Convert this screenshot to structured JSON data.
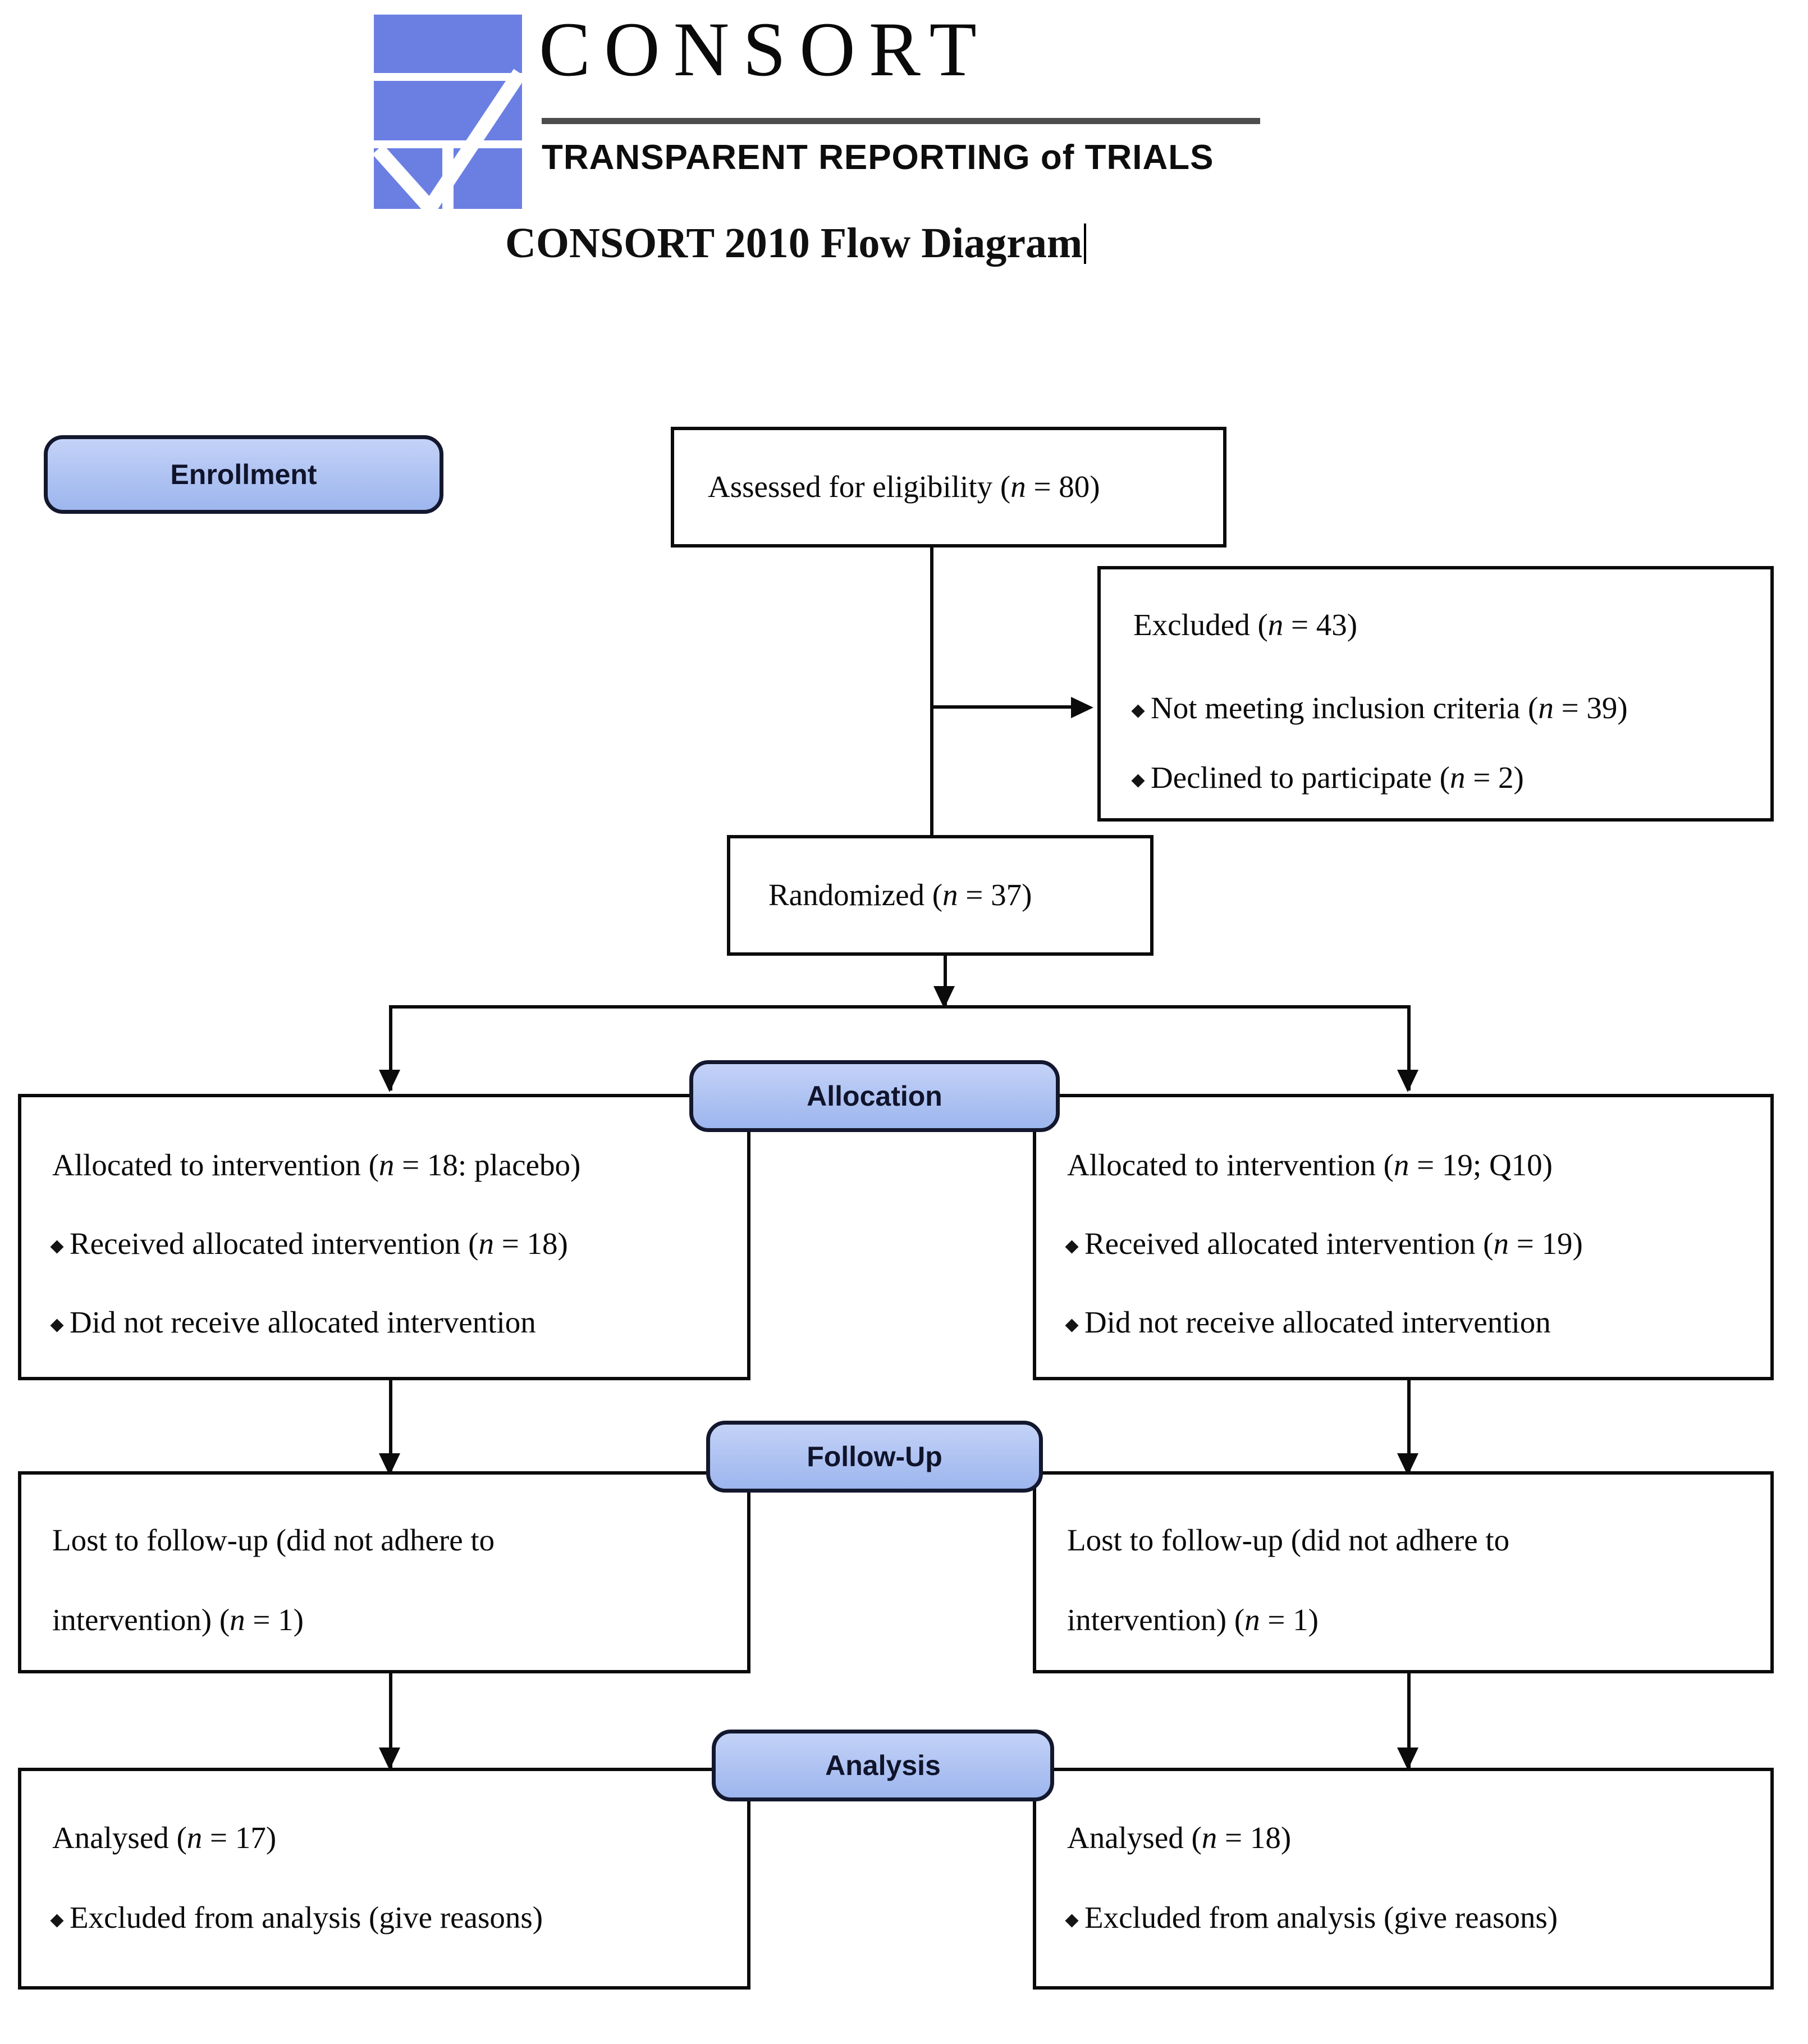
{
  "header": {
    "logo_name": "consort-logo",
    "brand": "CONSORT",
    "tagline": "TRANSPARENT REPORTING of TRIALS",
    "diagram_title": "CONSORT 2010 Flow Diagram",
    "brand_blue": "#6b7fe3"
  },
  "stages": {
    "enrollment": "Enrollment",
    "allocation": "Allocation",
    "followup": "Follow-Up",
    "analysis": "Analysis",
    "badge_fill": "#aec2f2",
    "badge_border": "#14182e"
  },
  "nodes": {
    "assessed": {
      "line1": "Assessed for eligibility (",
      "n_label": "n",
      "line1b": " = 80)"
    },
    "excluded": {
      "title_a": "Excluded (",
      "title_n": "n",
      "title_b": " = 43)",
      "items": [
        {
          "a": "Not meeting inclusion criteria (",
          "n": "n",
          "b": " = 39)"
        },
        {
          "a": "Declined to participate (",
          "n": "n",
          "b": " = 2)"
        }
      ]
    },
    "randomized": {
      "a": "Randomized (",
      "n": "n",
      "b": " = 37)"
    },
    "alloc_left": {
      "title_a": "Allocated to intervention (",
      "title_n": "n",
      "title_b": " = 18: placebo)",
      "items": [
        {
          "a": "Received allocated intervention (",
          "n": "n",
          "b": " = 18)"
        },
        {
          "a": "Did not receive allocated intervention",
          "n": "",
          "b": ""
        }
      ]
    },
    "alloc_right": {
      "title_a": "Allocated to intervention (",
      "title_n": "n",
      "title_b": " = 19; Q10)",
      "items": [
        {
          "a": "Received allocated intervention (",
          "n": "n",
          "b": " = 19)"
        },
        {
          "a": "Did not receive allocated intervention",
          "n": "",
          "b": ""
        }
      ]
    },
    "follow_left": {
      "l1": "Lost to follow-up (did not adhere to",
      "l2a": "intervention) (",
      "l2n": "n",
      "l2b": " = 1)"
    },
    "follow_right": {
      "l1": "Lost to follow-up (did not adhere to",
      "l2a": "intervention) (",
      "l2n": "n",
      "l2b": " = 1)"
    },
    "analysis_left": {
      "title_a": "Analysed (",
      "title_n": "n",
      "title_b": " = 17)",
      "items": [
        {
          "a": "Excluded from analysis (give reasons)",
          "n": "",
          "b": ""
        }
      ]
    },
    "analysis_right": {
      "title_a": "Analysed (",
      "title_n": "n",
      "title_b": " = 18)",
      "items": [
        {
          "a": "Excluded from analysis (give reasons)",
          "n": "",
          "b": ""
        }
      ]
    }
  }
}
